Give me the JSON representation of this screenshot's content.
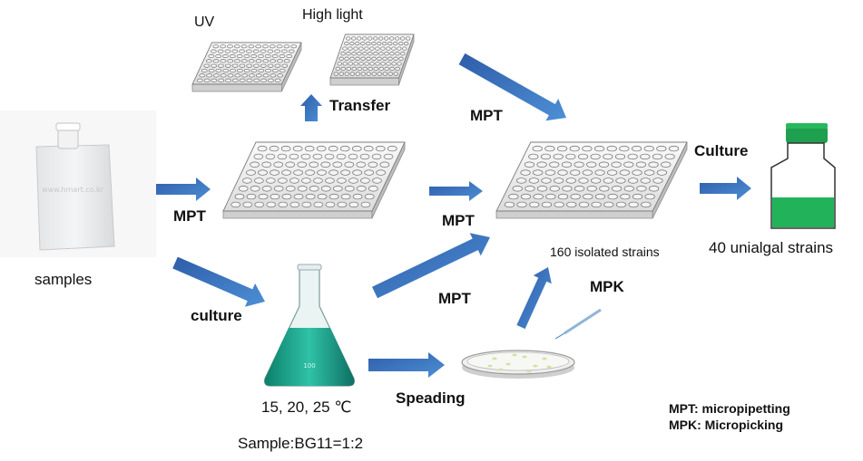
{
  "labels": {
    "uv": "UV",
    "high_light": "High light",
    "transfer": "Transfer",
    "mpt_top": "MPT",
    "culture_right": "Culture",
    "samples": "samples",
    "mpt_left": "MPT",
    "mpt_middle": "MPT",
    "isolated_strains": "160 isolated strains",
    "unialgal_strains": "40 unialgal strains",
    "culture_left": "culture",
    "mpt_lower": "MPT",
    "mpk": "MPK",
    "temperatures": "15, 20, 25 ℃",
    "speading": "Speading",
    "sample_ratio": "Sample:BG11=1:2"
  },
  "bag_watermark": "www.hmart.co.kr",
  "flask_marking": "100",
  "legend": {
    "line1": "MPT: micropipetting",
    "line2": "MPK: Micropicking"
  },
  "colors": {
    "arrow": "#2f67b3",
    "liquid_green": "#22b35a",
    "cap_green": "#1e9a4a",
    "flask_teal": "#18a58a"
  }
}
